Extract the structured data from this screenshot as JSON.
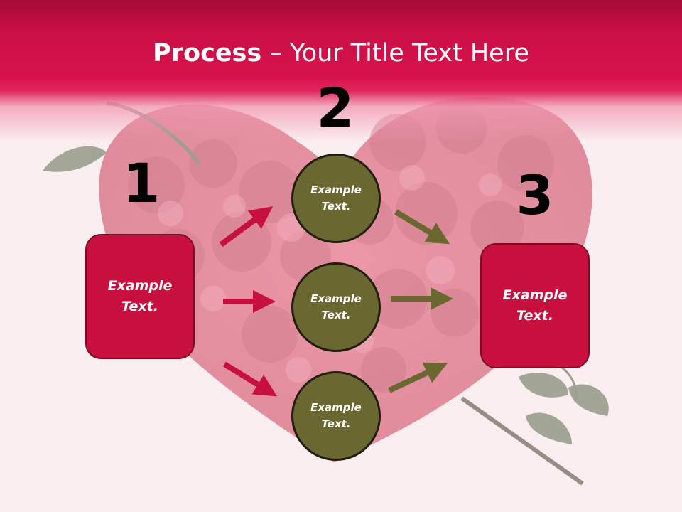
{
  "slide": {
    "title_bold": "Process",
    "title_rest": " – Your Title Text Here",
    "colors": {
      "header": "#d9134c",
      "box": "#c8103f",
      "circle": "#6a6830",
      "arrow_red": "#c8103f",
      "arrow_olive": "#6a6830"
    },
    "background": "rose-heart-image",
    "steps": [
      {
        "number": "1",
        "label": "Example\nText."
      },
      {
        "number": "2",
        "labels": [
          "Example\nText.",
          "Example\nText.",
          "Example\nText."
        ]
      },
      {
        "number": "3",
        "label": "Example\nText."
      }
    ]
  }
}
